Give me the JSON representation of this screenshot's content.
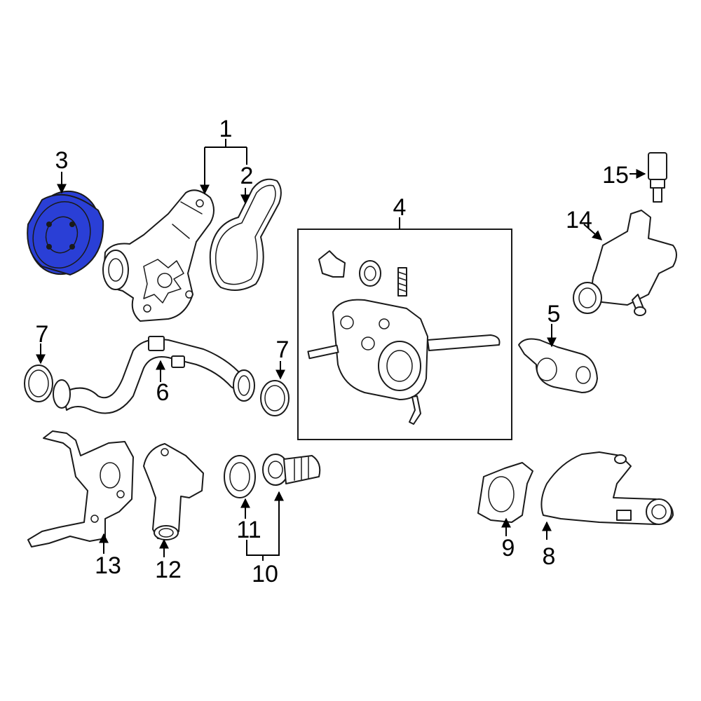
{
  "diagram": {
    "colors": {
      "highlight": "#2a3fd6",
      "line": "#1a1a1a",
      "background": "#ffffff"
    },
    "callouts": {
      "c1": "1",
      "c2": "2",
      "c3": "3",
      "c4": "4",
      "c5": "5",
      "c6": "6",
      "c7a": "7",
      "c7b": "7",
      "c8": "8",
      "c9": "9",
      "c10": "10",
      "c11": "11",
      "c12": "12",
      "c13": "13",
      "c14": "14",
      "c15": "15"
    },
    "highlighted_part": "3"
  }
}
